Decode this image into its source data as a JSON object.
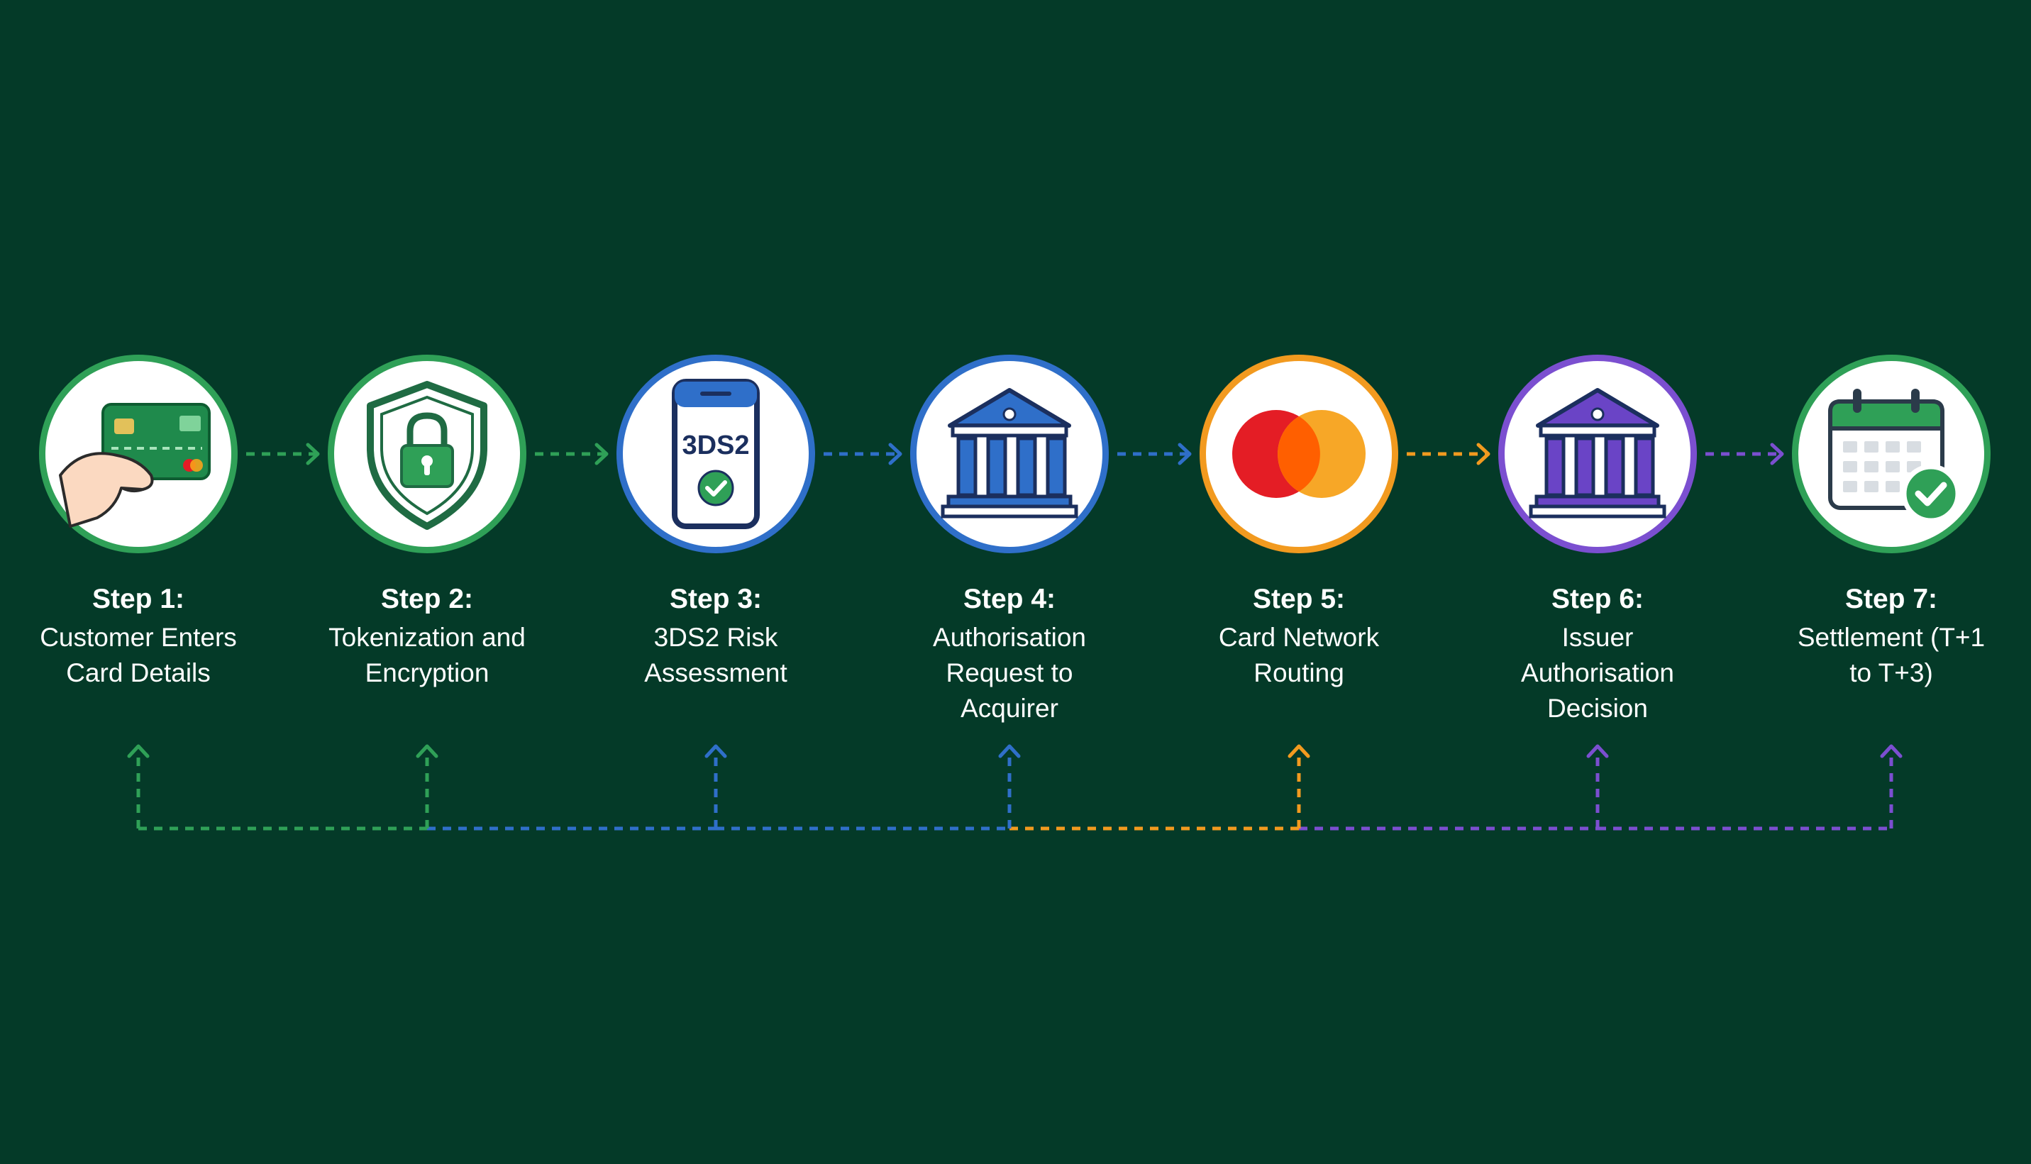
{
  "colors": {
    "background": "#043a28",
    "green": "#2fa057",
    "blue": "#2f6fc9",
    "orange": "#f29a1f",
    "purple": "#7b4fd0",
    "mastercard_red": "#e41d25",
    "mastercard_orange": "#f7a21b"
  },
  "steps": [
    {
      "title": "Step 1:",
      "desc": "Customer Enters Card Details",
      "icon": "card-in-hand-icon",
      "color": "green"
    },
    {
      "title": "Step 2:",
      "desc": "Tokenization and Encryption",
      "icon": "shield-lock-icon",
      "color": "green"
    },
    {
      "title": "Step 3:",
      "desc": "3DS2 Risk Assessment",
      "icon": "phone-3ds2-icon",
      "icon_text": "3DS2",
      "color": "blue"
    },
    {
      "title": "Step 4:",
      "desc": "Authorisation Request to Acquirer",
      "icon": "bank-icon",
      "color": "blue"
    },
    {
      "title": "Step 5:",
      "desc": "Card Network Routing",
      "icon": "card-network-icon",
      "color": "orange"
    },
    {
      "title": "Step 6:",
      "desc": "Issuer Authorisation Decision",
      "icon": "bank-icon",
      "color": "purple"
    },
    {
      "title": "Step 7:",
      "desc": "Settlement (T+1 to T+3)",
      "icon": "calendar-check-icon",
      "color": "green"
    }
  ],
  "arrow_colors": [
    "green",
    "green",
    "blue",
    "blue",
    "orange",
    "purple"
  ],
  "feedback_segment_colors": [
    "green",
    "blue",
    "blue",
    "orange",
    "purple",
    "purple"
  ],
  "feedback_riser_colors": [
    "green",
    "green",
    "blue",
    "blue",
    "orange",
    "purple",
    "purple"
  ]
}
